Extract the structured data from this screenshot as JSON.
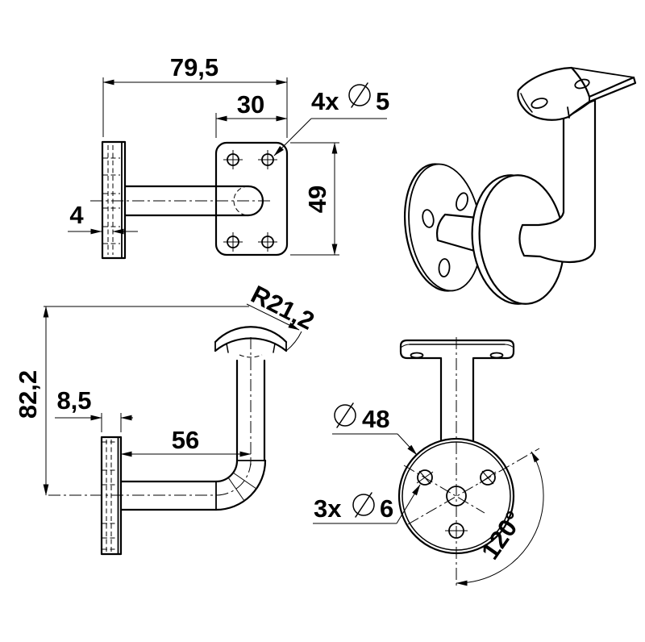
{
  "page": {
    "background": "#ffffff",
    "line_color": "#000000"
  },
  "views": {
    "front": {
      "dim_total_width": "79,5",
      "dim_plate_width": "30",
      "dim_plate_height": "49",
      "dim_flange_thickness": "4",
      "hole_count": "4x",
      "hole_diameter": "5"
    },
    "side": {
      "dim_overall_height": "82,2",
      "dim_flange_width": "8,5",
      "dim_arm_length": "56",
      "dim_saddle_radius": "R21,2"
    },
    "bottom": {
      "dim_flange_diameter": "48",
      "hole_count": "3x",
      "hole_diameter": "6",
      "dim_hole_angle": "120°"
    }
  }
}
